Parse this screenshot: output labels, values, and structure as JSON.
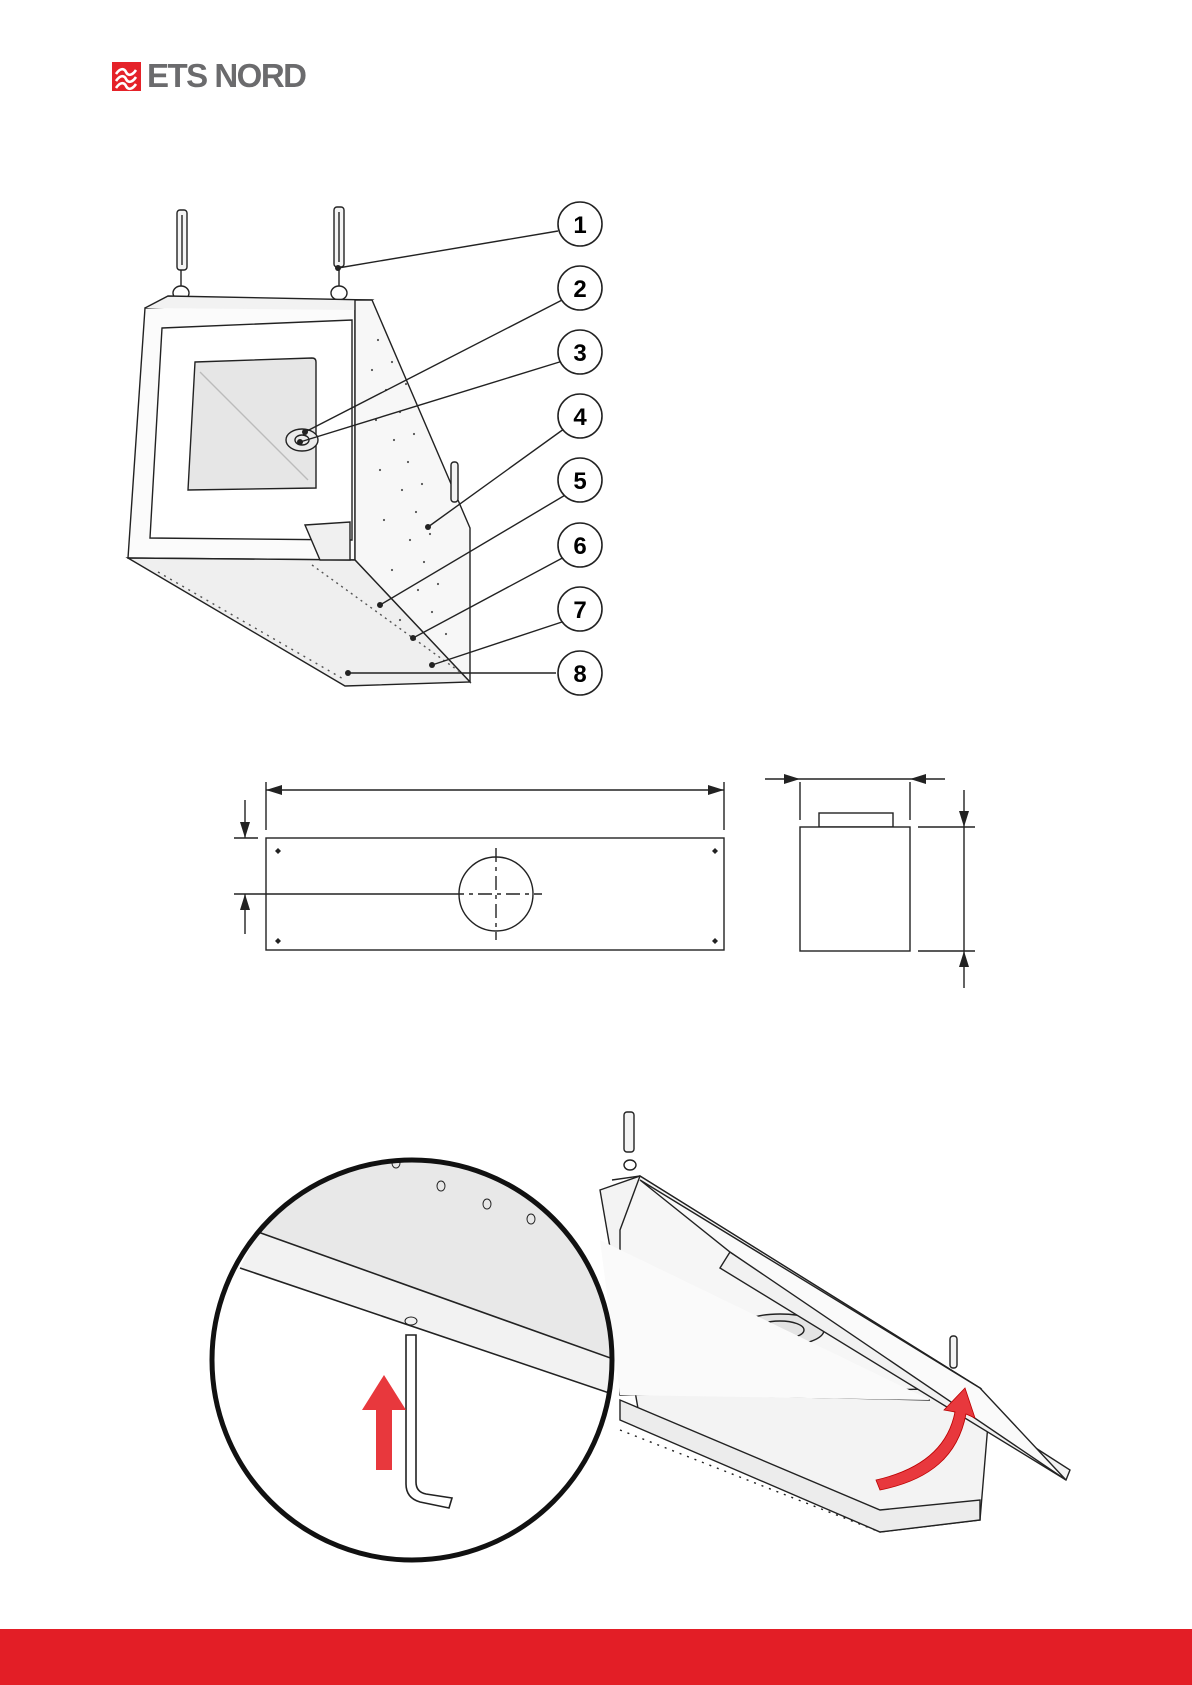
{
  "brand": {
    "name": "ETS NORD",
    "accent_color": "#e52229",
    "text_color": "#6b6b6d",
    "footer_color": "#e31e26"
  },
  "callouts": [
    "1",
    "2",
    "3",
    "4",
    "5",
    "6",
    "7",
    "8"
  ]
}
